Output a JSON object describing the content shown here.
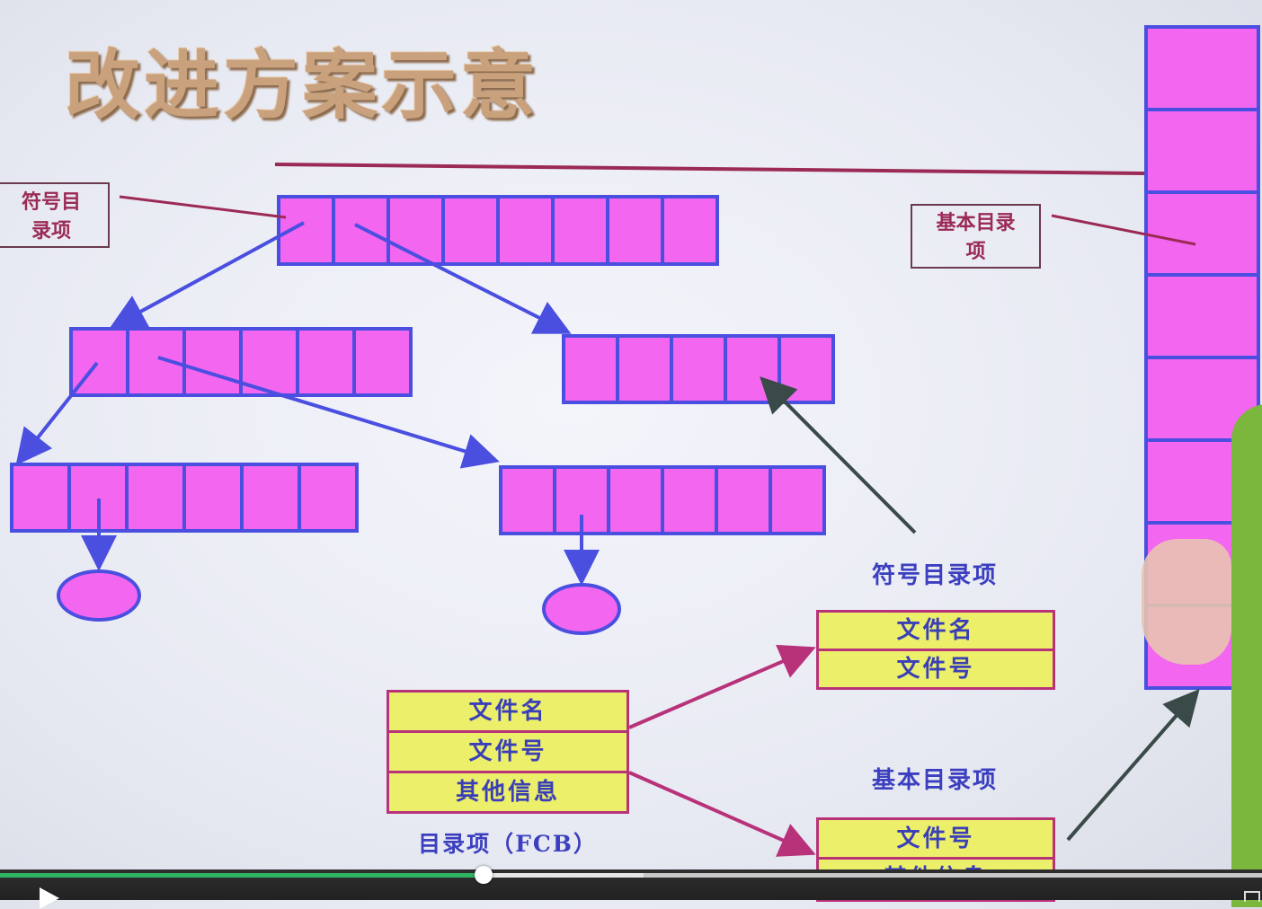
{
  "title": "改进方案示意",
  "labels": {
    "symbolic_entry_box": "符号目录项",
    "basic_entry_box": "基本目录项",
    "symbolic_entry_heading": "符号目录项",
    "basic_entry_heading": "基本目录项",
    "fcb_caption": "目录项（FCB）"
  },
  "fcb_table": [
    "文件名",
    "文件号",
    "其他信息"
  ],
  "symbolic_table": [
    "文件名",
    "文件号"
  ],
  "basic_table": [
    "文件号",
    "其他信息"
  ],
  "player": {
    "progress": 0.383
  },
  "colors": {
    "cell_fill": "#f266f0",
    "cell_border": "#4a4fe0",
    "arrow_blue": "#4a4fe0",
    "arrow_magenta": "#b8327a",
    "arrow_dark": "#3a4a48",
    "table_fill": "#ecef6a"
  }
}
